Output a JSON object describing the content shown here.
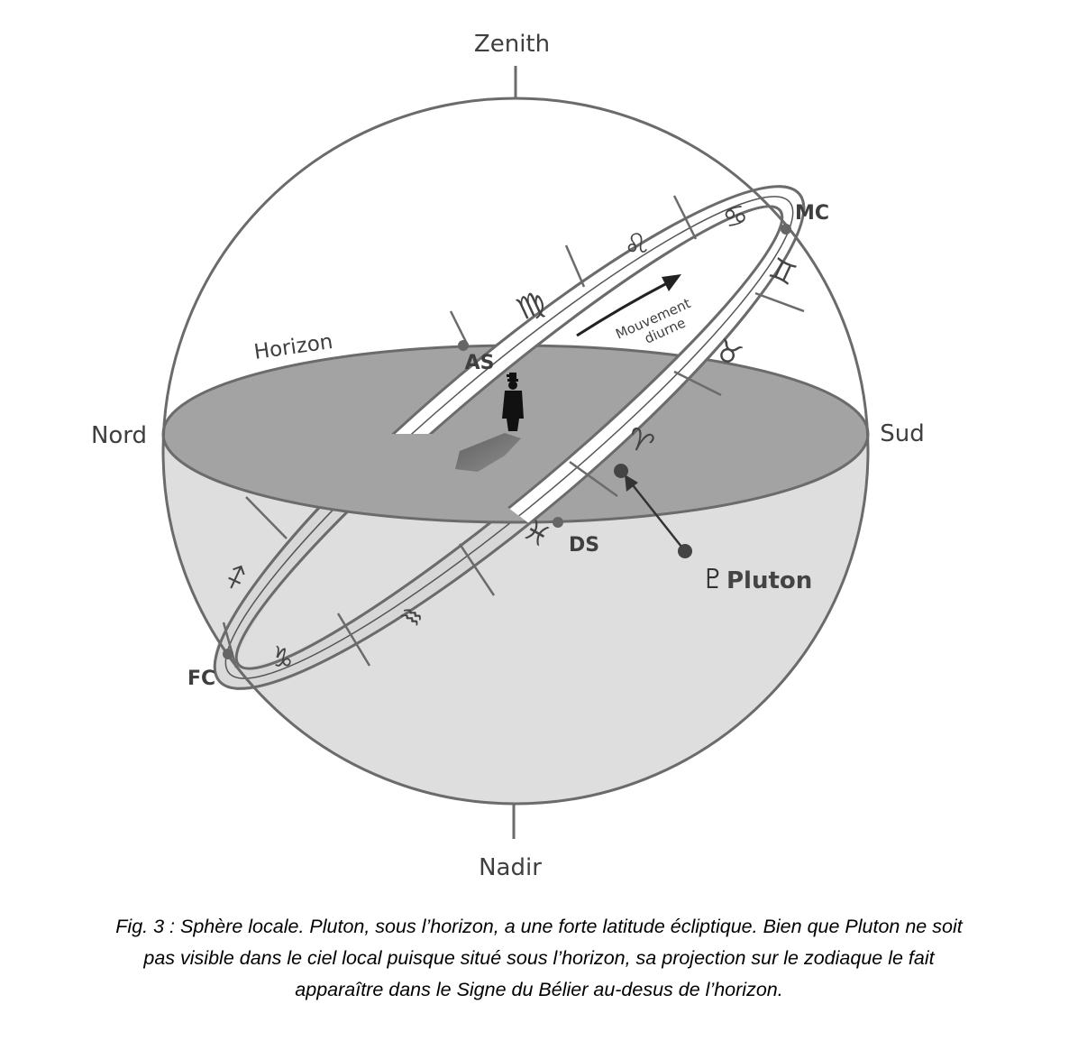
{
  "diagram": {
    "directions": {
      "zenith": "Zenith",
      "nadir": "Nadir",
      "north": "Nord",
      "south": "Sud"
    },
    "horizon_label": "Horizon",
    "points": {
      "ascendant": "AS",
      "descendant": "DS",
      "midheaven": "MC",
      "imum_coeli": "FC"
    },
    "motion_label_line1": "Mouvement",
    "motion_label_line2": "diurne",
    "planet_symbol": "♇",
    "planet_name": "Pluton",
    "zodiac_signs": {
      "cancer": "♋",
      "leo": "♌",
      "virgo": "♍",
      "gemini": "♊",
      "taurus": "♉",
      "aries": "♈",
      "pisces": "♓",
      "aquarius": "♒",
      "capricorn": "♑",
      "sagittarius": "♐"
    },
    "colors": {
      "sphere_outline": "#6b6b6b",
      "horizon_plane": "#a3a3a3",
      "lower_hemisphere": "#dedede",
      "band_front": "#ffffff",
      "band_back": "#d6d6d6"
    }
  },
  "caption": {
    "line1": "Fig. 3 : Sphère locale. Pluton, sous l’horizon, a une forte latitude écliptique. Bien que Pluton ne soit",
    "line2": "pas visible dans le ciel local puisque situé sous l’horizon, sa projection sur le zodiaque le fait",
    "line3": "apparaître dans le Signe du Bélier au-desus de l’horizon."
  }
}
